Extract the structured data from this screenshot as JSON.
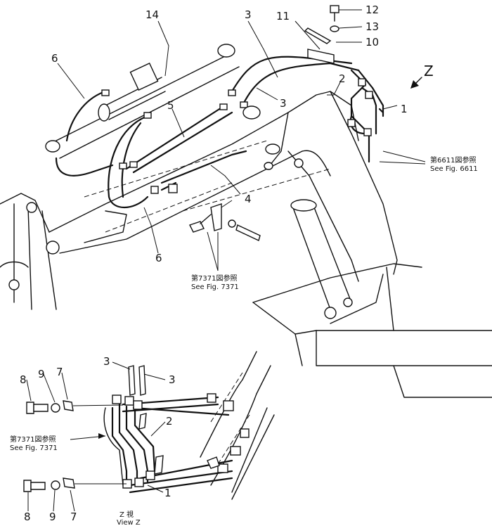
{
  "callouts": {
    "c1_main": "1",
    "c2_main": "2",
    "c3_top": "3",
    "c3_mid": "3",
    "c4": "4",
    "c5": "5",
    "c6_top": "6",
    "c6_bottom": "6",
    "c10": "10",
    "c11": "11",
    "c12": "12",
    "c13": "13",
    "c14": "14",
    "c1_view": "1",
    "c2_view": "2",
    "c3_view_left": "3",
    "c3_view_right": "3",
    "c7_top": "7",
    "c7_bottom": "7",
    "c8_top": "8",
    "c8_bottom": "8",
    "c9_top": "9",
    "c9_bottom": "9"
  },
  "direction_label": "Z",
  "references": {
    "fig6611_jp": "第6611図参照",
    "fig6611_en": "See Fig. 6611",
    "fig7371_jp": "第7371図参照",
    "fig7371_en": "See Fig. 7371",
    "fig7371b_jp": "第7371図参照",
    "fig7371b_en": "See Fig. 7371"
  },
  "view": {
    "jp": "Z 視",
    "en": "View Z"
  }
}
